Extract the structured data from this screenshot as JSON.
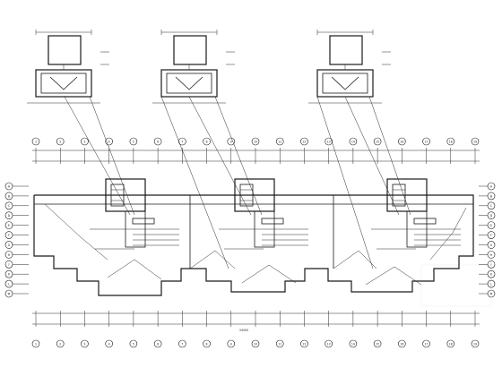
{
  "drawing": {
    "grid_top": [
      "1",
      "2",
      "3",
      "4",
      "5",
      "6",
      "7",
      "8",
      "9",
      "10",
      "11",
      "12",
      "13",
      "14",
      "15",
      "16",
      "17",
      "18",
      "19"
    ],
    "grid_left": [
      "A",
      "B",
      "C",
      "D",
      "E",
      "F",
      "G",
      "H",
      "J",
      "K",
      "L",
      "M"
    ],
    "total_dim": "34500"
  },
  "colors": {
    "ink": "#1a1a1a",
    "paper": "#ffffff"
  }
}
